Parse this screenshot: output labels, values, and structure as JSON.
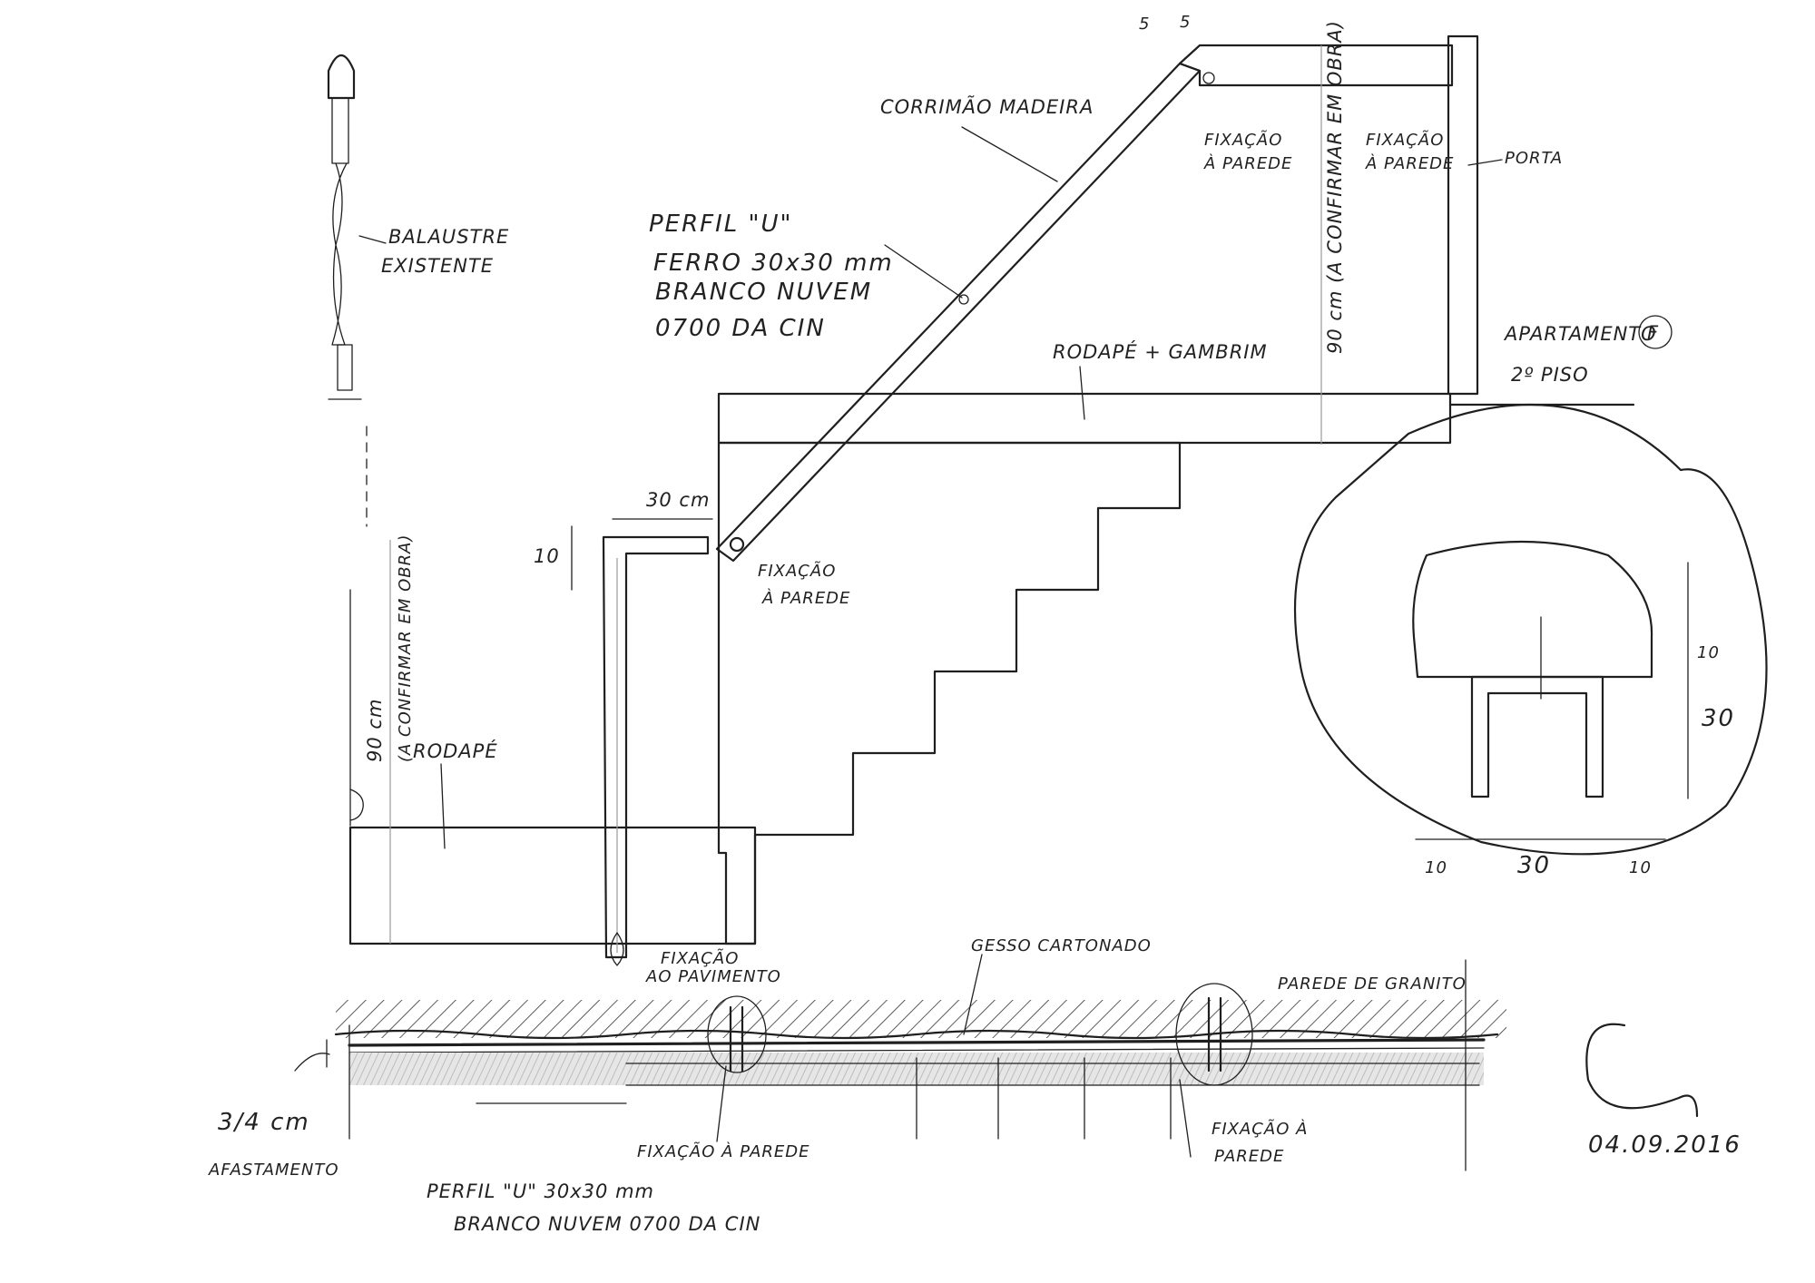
{
  "labels": {
    "balaustre_1": "BALAUSTRE",
    "balaustre_2": "EXISTENTE",
    "corrimao": "CORRIMÃO MADEIRA",
    "perfil_1": "PERFIL \"U\"",
    "perfil_2": "FERRO 30x30 mm",
    "perfil_3": "BRANCO NUVEM",
    "perfil_4": "0700 DA CIN",
    "fixacao_top_1": "FIXAÇÃO",
    "fixacao_top_2": "À PAREDE",
    "fixacao_right_1": "FIXAÇÃO",
    "fixacao_right_2": "À PAREDE",
    "porta": "PORTA",
    "dim_5a": "5",
    "dim_5b": "5",
    "height_right": "90 cm (A CONFIRMAR EM OBRA)",
    "apartamento": "APARTAMENTO",
    "apartamento_letter": "F",
    "piso": "2º PISO",
    "rodape_gambrim": "RODAPÉ + GAMBRIM",
    "dim_30cm": "30 cm",
    "dim_10": "10",
    "fixacao_mid_1": "FIXAÇÃO",
    "fixacao_mid_2": "À PAREDE",
    "height_left": "90 cm",
    "height_left_note": "(A CONFIRMAR EM OBRA)",
    "rodape": "RODAPÉ",
    "fixacao_pav_1": "FIXAÇÃO",
    "fixacao_pav_2": "AO PAVIMENTO",
    "gesso": "GESSO CARTONADO",
    "parede_granito": "PAREDE DE GRANITO",
    "fix_parede_bottom": "FIXAÇÃO À PAREDE",
    "fix_parede_bottom2_1": "FIXAÇÃO À",
    "fix_parede_bottom2_2": "PAREDE",
    "afast_1": "3/4 cm",
    "afast_2": "AFASTAMENTO",
    "bottom_perfil_1": "PERFIL \"U\" 30x30 mm",
    "bottom_perfil_2": "BRANCO NUVEM 0700 DA CIN",
    "detail_dim_10_right": "10",
    "detail_dim_30_right": "30",
    "detail_dim_10_left": "10",
    "detail_dim_30_bottom": "30",
    "detail_dim_10_bottom": "10",
    "date": "04.09.2016",
    "signature": "G"
  }
}
